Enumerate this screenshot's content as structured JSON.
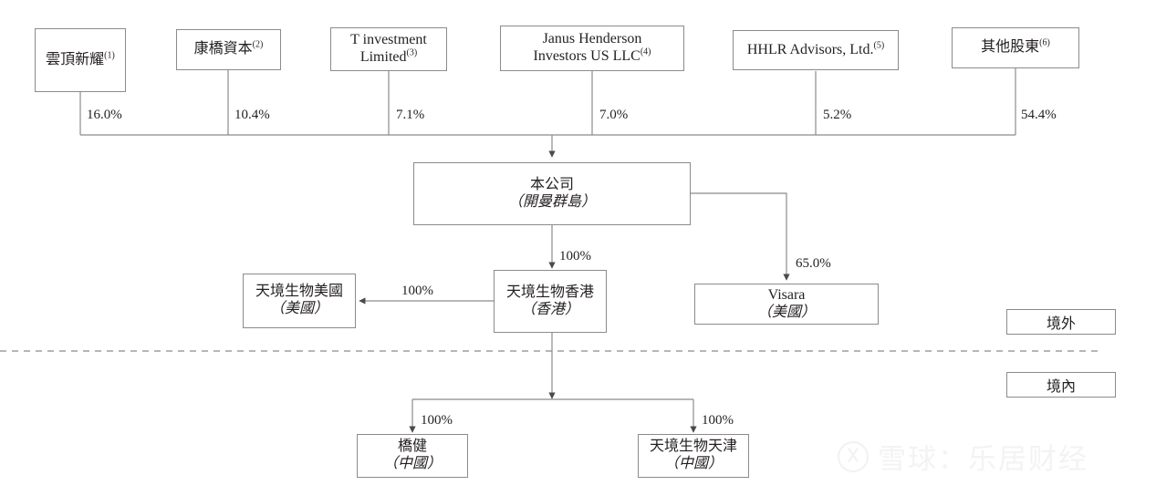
{
  "diagram": {
    "title": "Corporate shareholding structure chart",
    "line_color": "#8b8b8b",
    "text_color": "#231f20",
    "shareholders": [
      {
        "name": "雲頂新耀",
        "note": "(1)",
        "pct": "16.0%"
      },
      {
        "name": "康橋資本",
        "note": "(2)",
        "pct": "10.4%"
      },
      {
        "name": "T investment",
        "name2": "Limited",
        "note": "(3)",
        "pct": "7.1%"
      },
      {
        "name": "Janus Henderson",
        "name2": "Investors US LLC",
        "note": "(4)",
        "pct": "7.0%"
      },
      {
        "name": "HHLR Advisors, Ltd.",
        "note": "(5)",
        "pct": "5.2%"
      },
      {
        "name": "其他股東",
        "note": "(6)",
        "pct": "54.4%"
      }
    ],
    "company": {
      "name": "本公司",
      "jurisdiction": "（開曼群島）"
    },
    "subsidiaries": {
      "hk": {
        "name": "天境生物香港",
        "jurisdiction": "（香港）",
        "pct": "100%"
      },
      "us": {
        "name": "天境生物美國",
        "jurisdiction": "（美國）",
        "pct": "100%"
      },
      "visara": {
        "name": "Visara",
        "jurisdiction": "（美國）",
        "pct": "65.0%"
      },
      "qiaojian": {
        "name": "橋健",
        "jurisdiction": "（中國）",
        "pct": "100%"
      },
      "tianjin": {
        "name": "天境生物天津",
        "jurisdiction": "（中國）",
        "pct": "100%"
      }
    },
    "regions": {
      "offshore": "境外",
      "onshore": "境內"
    },
    "watermark": "雪球：乐居财经"
  }
}
